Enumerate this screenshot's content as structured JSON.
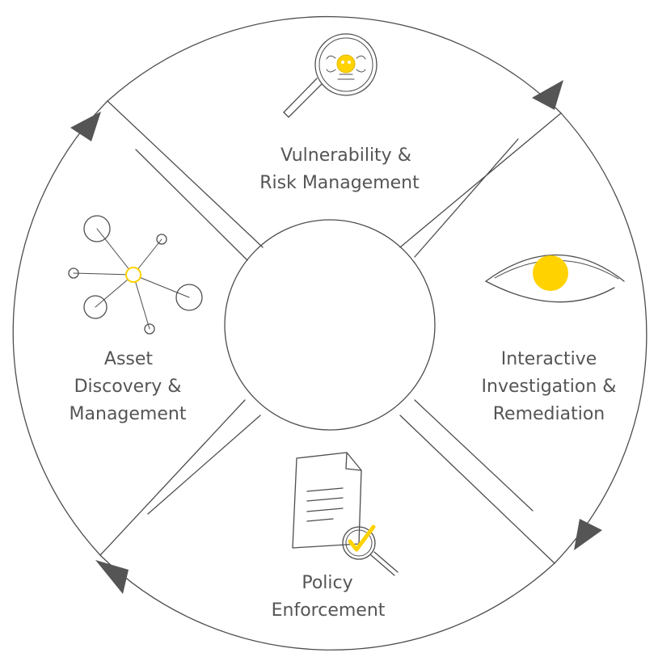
{
  "segments": [
    {
      "id": "vulnerability",
      "lines": [
        "Vulnerability &",
        "Risk Management"
      ],
      "icon": "magnifier-bug-icon"
    },
    {
      "id": "investigation",
      "lines": [
        "Interactive",
        "Investigation &",
        "Remediation"
      ],
      "icon": "eye-icon"
    },
    {
      "id": "policy",
      "lines": [
        "Policy",
        "Enforcement"
      ],
      "icon": "document-check-icon"
    },
    {
      "id": "asset",
      "lines": [
        "Asset",
        "Discovery &",
        "Management"
      ],
      "icon": "network-nodes-icon"
    }
  ],
  "colors": {
    "accent": "#ffd200",
    "line": "#4d4d4d",
    "text": "#555555",
    "arrow": "#555555"
  },
  "cycle_direction": "clockwise"
}
